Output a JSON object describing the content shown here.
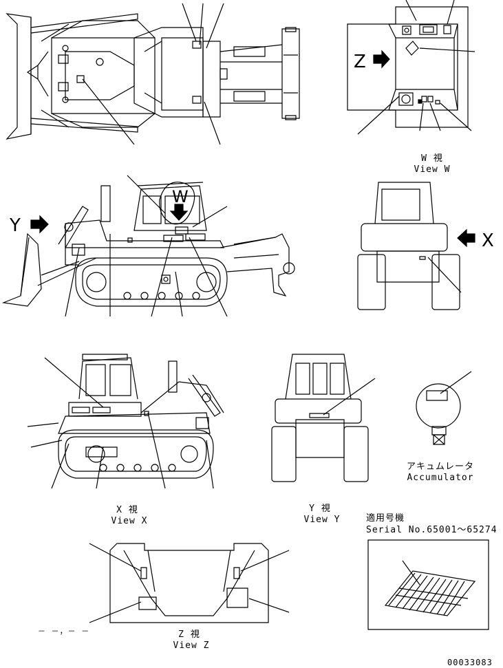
{
  "views": {
    "w": {
      "jp": "W 視",
      "en": "View W"
    },
    "x": {
      "jp": "X 視",
      "en": "View X"
    },
    "y": {
      "jp": "Y 視",
      "en": "View Y"
    },
    "z": {
      "jp": "Z 視",
      "en": "View Z"
    }
  },
  "view_markers": {
    "w": "W",
    "x": "X",
    "y": "Y",
    "z": "Z"
  },
  "accumulator": {
    "jp": "アキュムレータ",
    "en": "Accumulator"
  },
  "serial": {
    "jp": "適用号機",
    "en": "Serial No.65001～65274"
  },
  "drawing_number": "00033083",
  "z_view_dashes": "－ －，－ －"
}
